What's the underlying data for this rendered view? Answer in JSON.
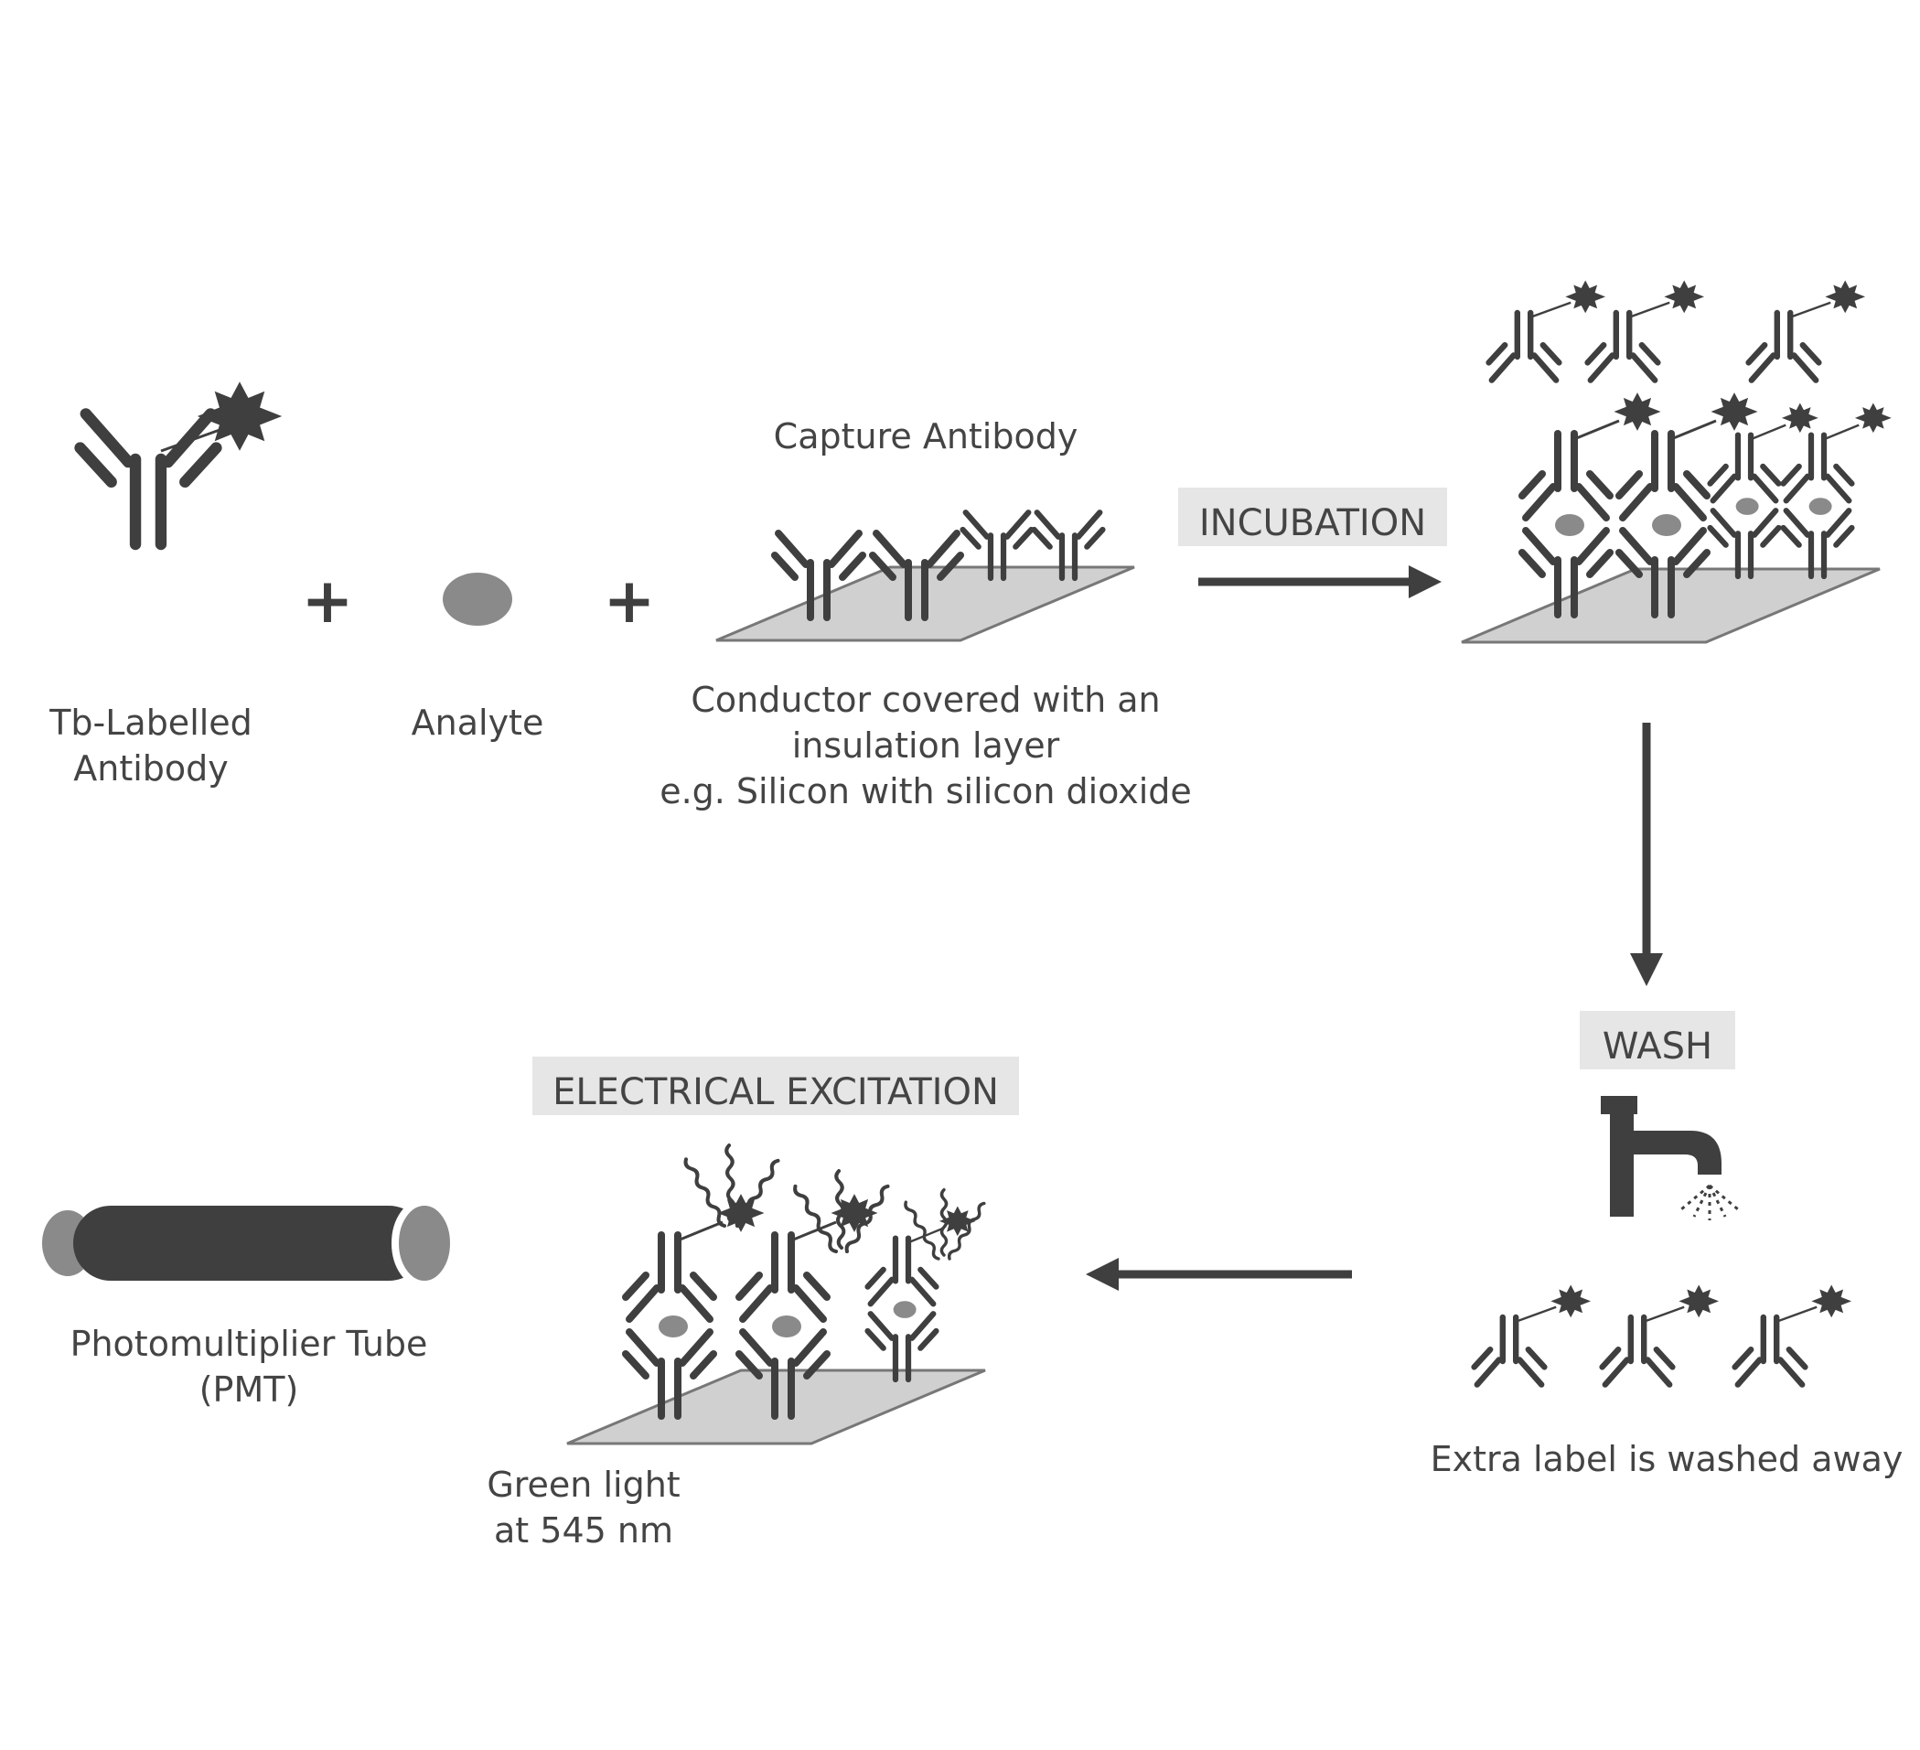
{
  "labels": {
    "tb_antibody_line1": "Tb-Labelled",
    "tb_antibody_line2": "Antibody",
    "analyte": "Analyte",
    "capture_antibody": "Capture Antibody",
    "conductor_line1": "Conductor covered with an",
    "conductor_line2": "insulation layer",
    "conductor_line3": "e.g. Silicon with silicon dioxide",
    "extra_label": "Extra label is washed away",
    "pmt_line1": "Photomultiplier Tube",
    "pmt_line2": "(PMT)",
    "green_line1": "Green light",
    "green_line2": "at 545 nm"
  },
  "steps": {
    "incubation": "INCUBATION",
    "wash": "WASH",
    "electrical": "ELECTRICAL EXCITATION"
  },
  "symbols": {
    "plus": "+"
  },
  "colors": {
    "dark": "#3f3f3f",
    "analyte": "#8a8a8a",
    "plate": "#d0d0d0",
    "plate_edge": "#777777",
    "step_box": "#e6e6e6",
    "text": "#444444"
  },
  "icons": [
    "antibody-icon",
    "terbium-label-icon",
    "analyte-icon",
    "faucet-icon",
    "photomultiplier-tube-icon",
    "arrow-icon",
    "emission-wave-icon"
  ]
}
